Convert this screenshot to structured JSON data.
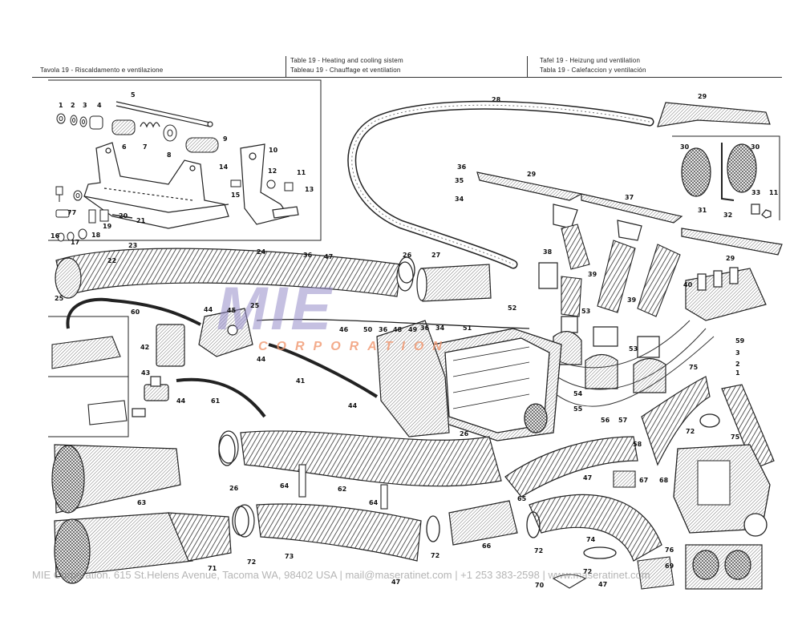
{
  "header": {
    "left": "Tavola   19  -  Riscaldamento e ventilazione",
    "center_1": "Table    19  -  Heating and cooling sistem",
    "center_2": "Tableau  19  -  Chauffage et ventilation",
    "right_1": "Tafel    19  -  Heizung und ventilation",
    "right_2": "Tabla    19  -  Calefaccion y ventilación"
  },
  "watermark": {
    "brand": "MIE",
    "sub": "CORPORATION"
  },
  "footer": {
    "text": "MIE Corporation. 615 St.Helens Avenue, Tacoma WA, 98402 USA  |  mail@maseratinet.com  |  +1 253 383-2598  |  www.maseratinet.com"
  },
  "colors": {
    "ink": "#2a2a2a",
    "watermark_purple": "#968cc8",
    "watermark_orange": "#f0966e"
  },
  "callouts": [
    "1",
    "2",
    "3",
    "4",
    "5",
    "6",
    "7",
    "8",
    "9",
    "10",
    "11",
    "12",
    "13",
    "14",
    "15",
    "16",
    "17",
    "18",
    "19",
    "20",
    "21",
    "22",
    "23",
    "24",
    "25",
    "26",
    "27",
    "28",
    "29",
    "30",
    "31",
    "32",
    "33",
    "34",
    "35",
    "36",
    "37",
    "38",
    "39",
    "40",
    "41",
    "42",
    "43",
    "44",
    "45",
    "46",
    "47",
    "48",
    "49",
    "50",
    "51",
    "52",
    "53",
    "54",
    "55",
    "56",
    "57",
    "58",
    "59",
    "60",
    "61",
    "62",
    "63",
    "64",
    "65",
    "66",
    "67",
    "68",
    "69",
    "70",
    "71",
    "72",
    "73",
    "74",
    "75",
    "76",
    "77"
  ]
}
